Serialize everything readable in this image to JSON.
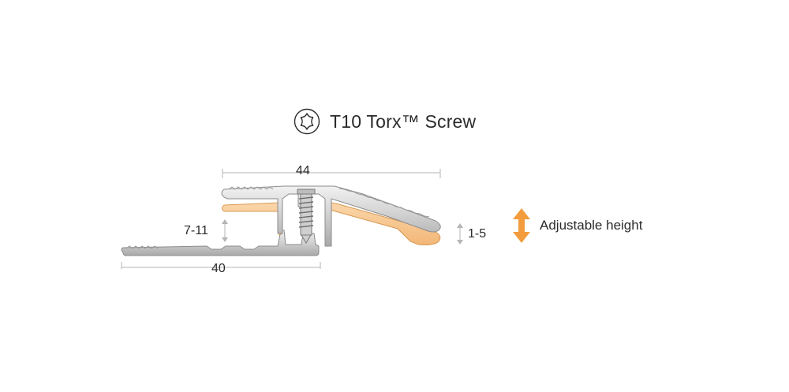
{
  "title": "T10 Torx™ Screw",
  "icons": {
    "screw": "torx-star-icon",
    "height": "double-arrow-vertical-icon"
  },
  "dimensions": {
    "top_width": "44",
    "bottom_width": "40",
    "left_height": "7-11",
    "right_height": "1-5"
  },
  "legend": {
    "label": "Adjustable height"
  },
  "colors": {
    "aluminium": "#d4d4d4",
    "aluminium_edge": "#8c8c8c",
    "insert": "#f5c188",
    "insert_edge": "#d79a55",
    "arrow": "#f39c3d",
    "dimension_line": "#b5b5b5",
    "text": "#2b2b2b"
  }
}
